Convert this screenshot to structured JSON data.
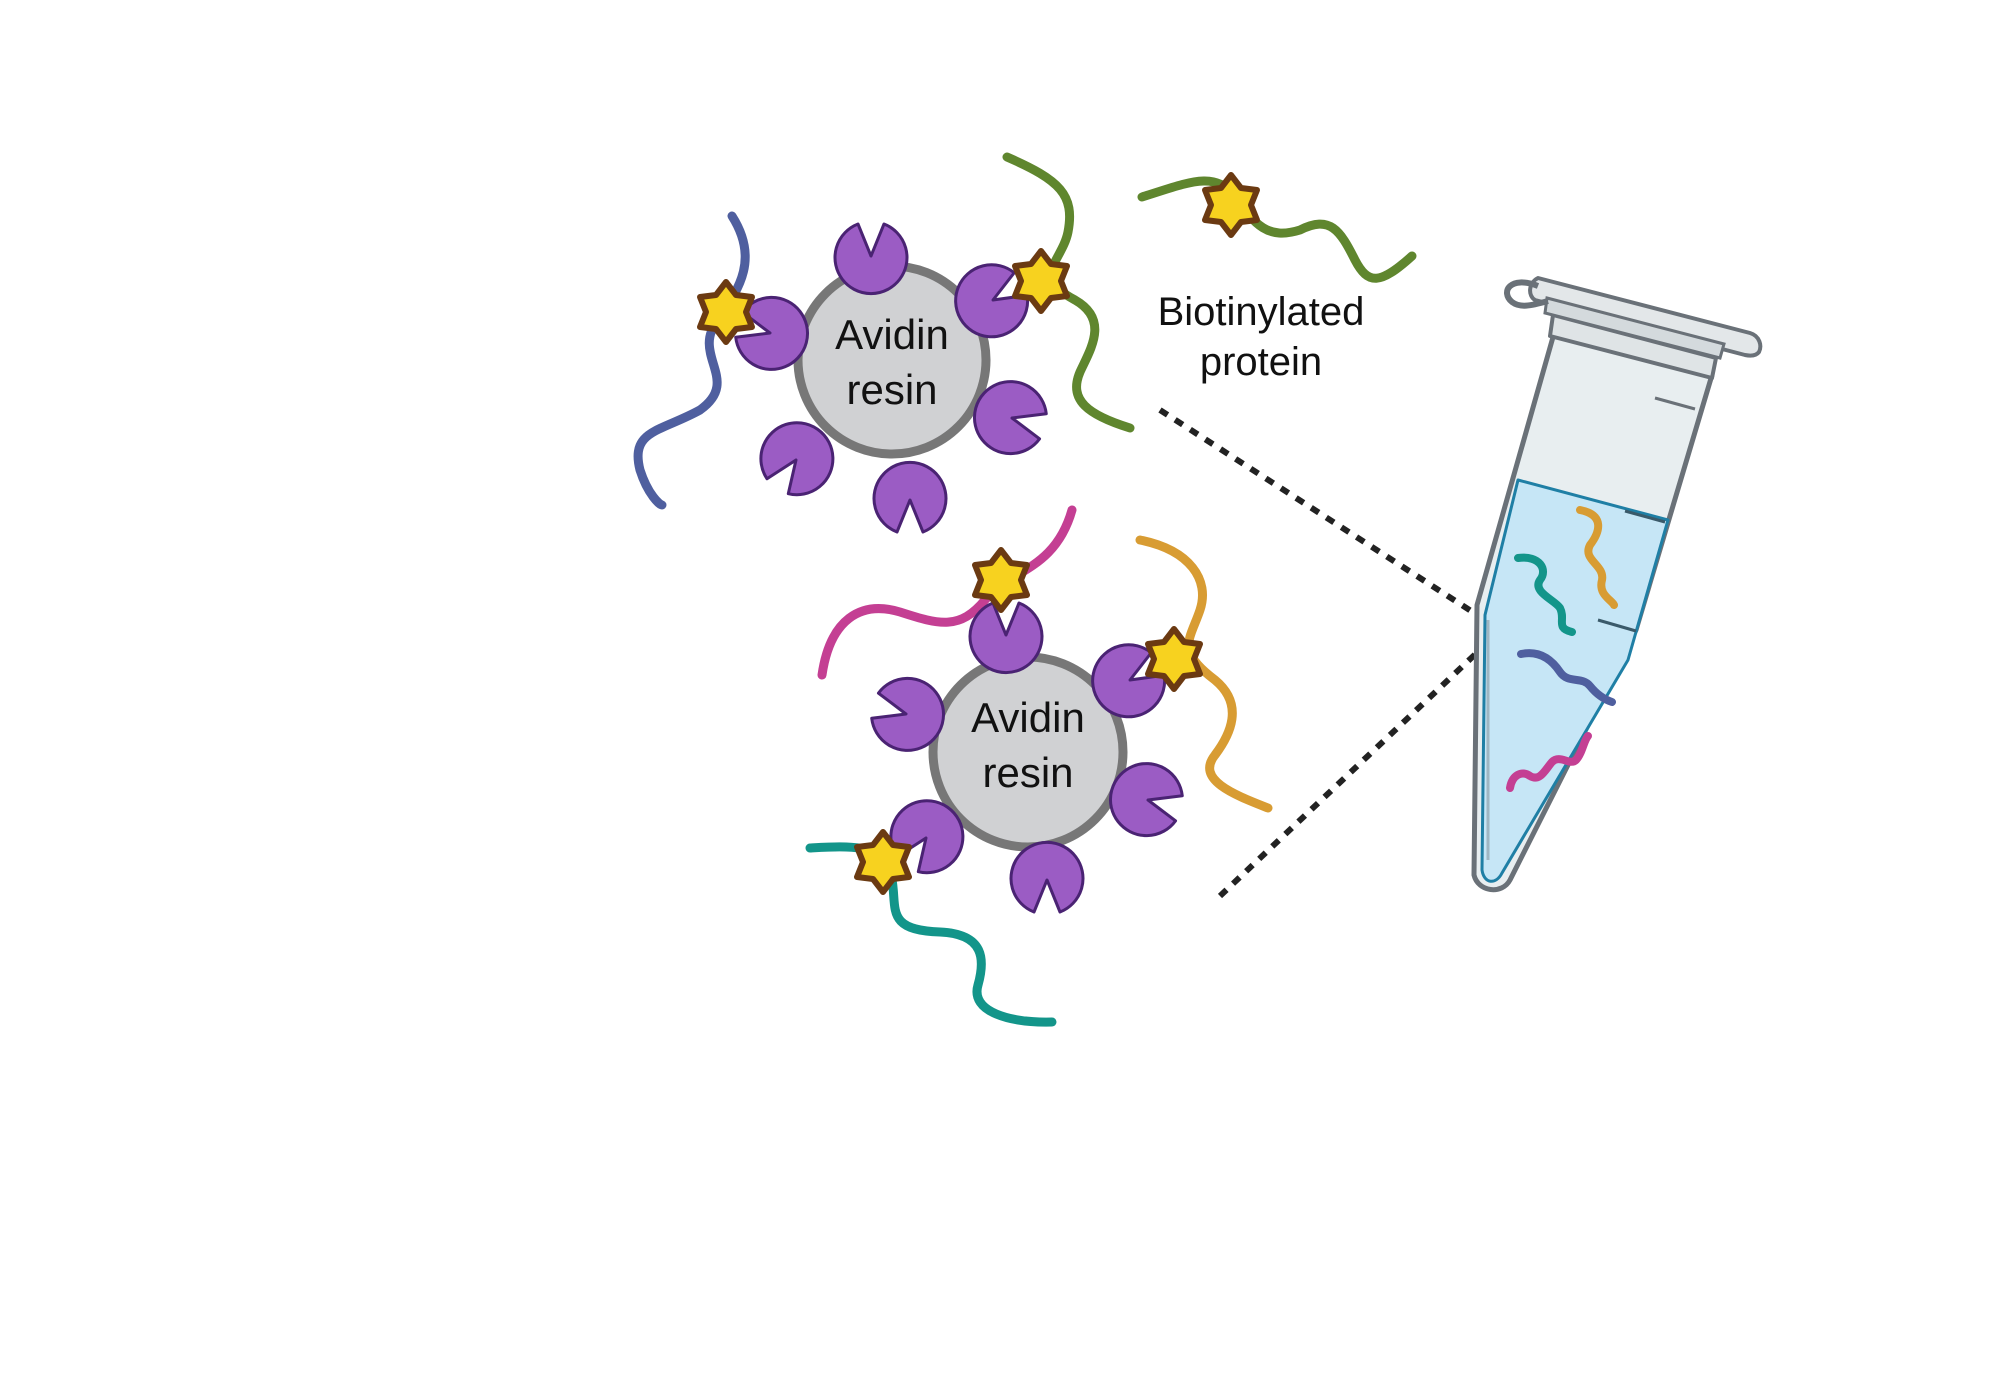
{
  "labels": {
    "bead_line1": "Avidin",
    "bead_line2": "resin",
    "free_line1": "Biotinylated",
    "free_line2": "protein"
  },
  "colors": {
    "avidin": "#9b5cc4",
    "avidin_stroke": "#4a2373",
    "biotin_fill": "#f7d21f",
    "biotin_stroke": "#6b3a12",
    "bead_fill": "#d0d1d3",
    "bead_stroke": "#777777",
    "protein_blue": "#4f5f9f",
    "protein_green": "#5f862e",
    "protein_magenta": "#c43f93",
    "protein_orange": "#d89c33",
    "protein_teal": "#13958a",
    "tube_liquid": "#c6e6f6",
    "tube_outline": "#6a7178"
  }
}
